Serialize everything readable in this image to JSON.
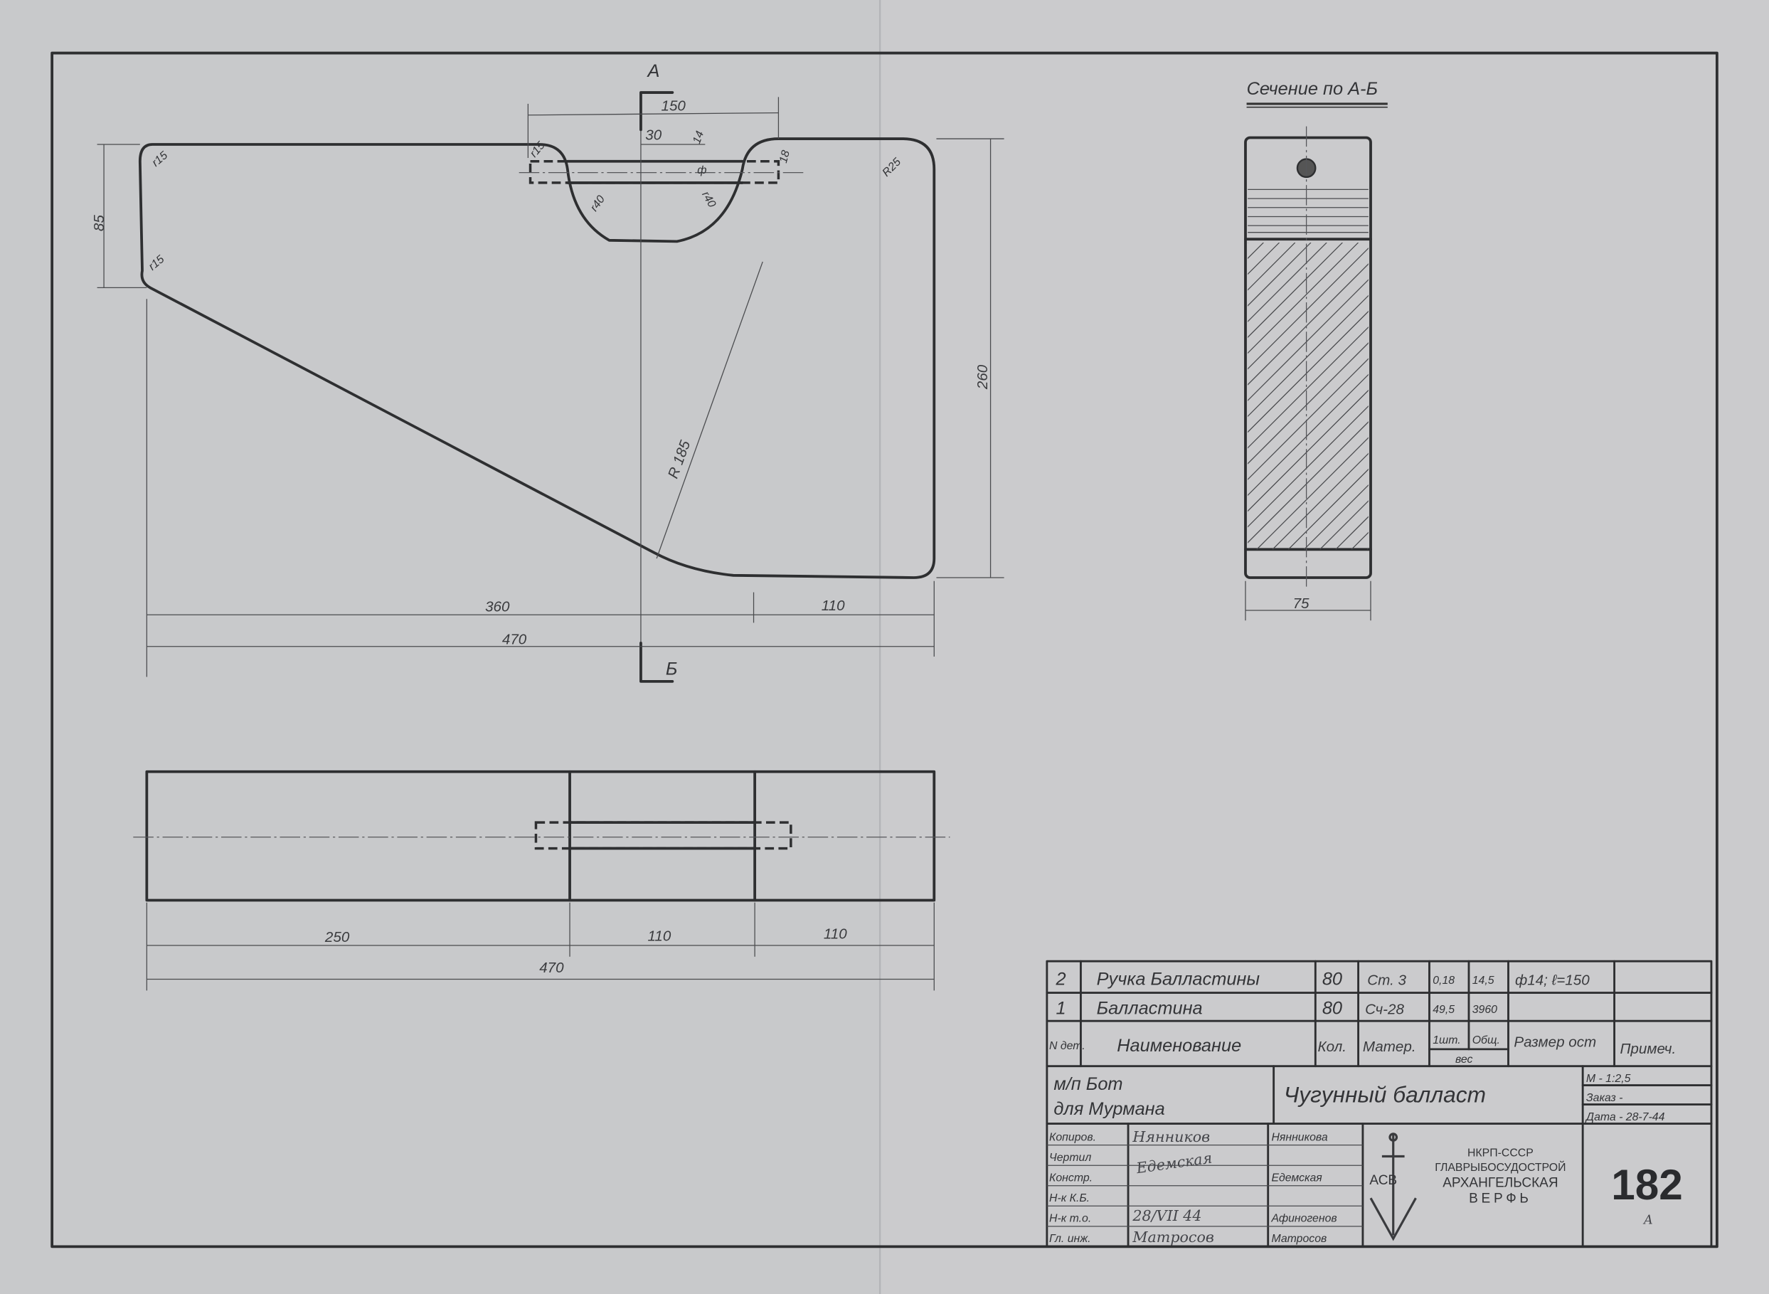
{
  "drawing": {
    "section_markers": {
      "a": "А",
      "b": "Б"
    },
    "section_title": "Сечение по А-Б",
    "dimensions": {
      "handle_span": "150",
      "offset": "30",
      "diameter": "14",
      "diameter_symbol": "ф",
      "depth": "18",
      "r_top_left": "r15",
      "r_left": "r15",
      "r_handle": "r15",
      "r_notch_left": "r40",
      "r_notch_right": "r40",
      "r_corner": "R25",
      "height_left": "85",
      "height_total": "260",
      "r_curve": "R 185",
      "len_360": "360",
      "len_110": "110",
      "len_470": "470",
      "bottom_250": "250",
      "bottom_110a": "110",
      "bottom_110b": "110",
      "bottom_470": "470",
      "section_width": "75"
    }
  },
  "title_block": {
    "parts": [
      {
        "no": "2",
        "name": "Ручка Балластины",
        "qty": "80",
        "material": "Ст. 3",
        "weight_each": "0,18",
        "weight_total": "14,5",
        "size": "ф14; ℓ=150",
        "note": ""
      },
      {
        "no": "1",
        "name": "Балластина",
        "qty": "80",
        "material": "Сч-28",
        "weight_each": "49,5",
        "weight_total": "3960",
        "size": "",
        "note": ""
      }
    ],
    "headers": {
      "no": "N дет.",
      "name": "Наименование",
      "qty": "Кол.",
      "material": "Матер.",
      "weight_each": "1шт.",
      "weight_total": "Общ.",
      "weight": "вес",
      "size": "Размер ост",
      "note": "Примеч."
    },
    "project_line1": "м/п  Бот",
    "project_line2": "для Мурмана",
    "drawing_title": "Чугунный балласт",
    "scale": "М - 1:2,5",
    "order": "Заказ -",
    "date": "Дата - 28-7-44",
    "roles": [
      "Копиров.",
      "Чертил",
      "Констр.",
      "Н-к К.Б.",
      "Н-к т.о.",
      "Гл. инж."
    ],
    "names": [
      "Нянникова",
      "",
      "Едемская",
      "",
      "Афиногенов",
      "Матросов"
    ],
    "signatures": [
      "Нянников",
      "Едемская",
      "",
      "",
      "28/VII 44",
      "Матросов"
    ],
    "logo_letters": "АСВ",
    "org_line1": "НКРП-СССР",
    "org_line2": "ГЛАВРЫБОСУДОСТРОЙ",
    "org_line3": "АРХАНГЕЛЬСКАЯ",
    "org_line4": "ВЕРФЬ",
    "sheet_number": "182",
    "sheet_letter": "А"
  }
}
